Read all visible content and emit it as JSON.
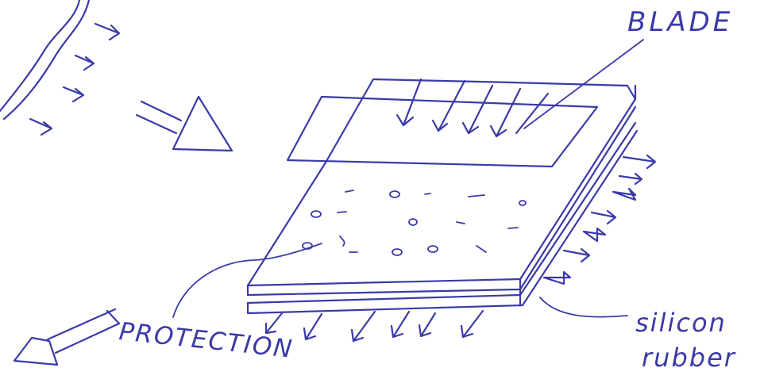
{
  "labels": {
    "blade": "BLADE",
    "protection": "PROTECTION",
    "silicon_line1": "silicon",
    "silicon_line2": "rubber"
  },
  "colors": {
    "ink": "#3a3aa8",
    "paper": "#ffffff"
  }
}
